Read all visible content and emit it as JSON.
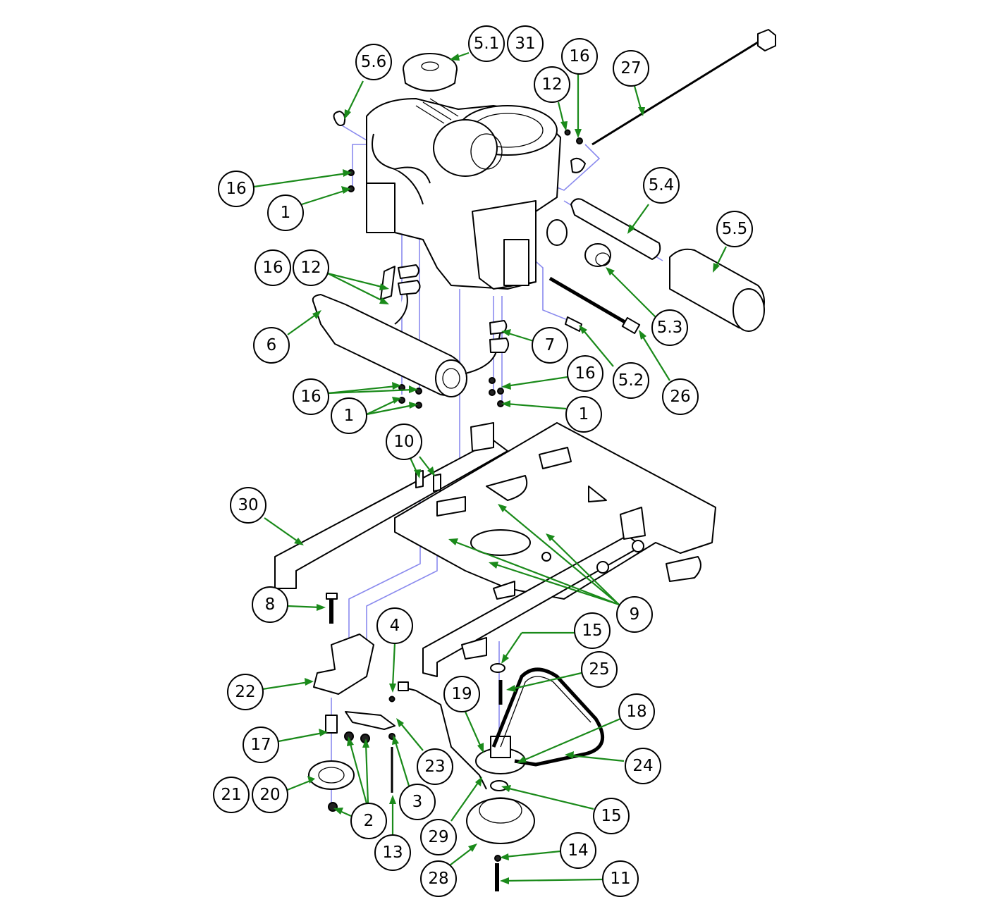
{
  "diagram": {
    "callouts": [
      {
        "id": "c-5-1",
        "label": "5.1"
      },
      {
        "id": "c-31",
        "label": "31"
      },
      {
        "id": "c-5-6",
        "label": "5.6"
      },
      {
        "id": "c-16-a",
        "label": "16"
      },
      {
        "id": "c-12-a",
        "label": "12"
      },
      {
        "id": "c-27",
        "label": "27"
      },
      {
        "id": "c-16-b",
        "label": "16"
      },
      {
        "id": "c-1-a",
        "label": "1"
      },
      {
        "id": "c-5-4",
        "label": "5.4"
      },
      {
        "id": "c-5-5",
        "label": "5.5"
      },
      {
        "id": "c-16-c",
        "label": "16"
      },
      {
        "id": "c-12-b",
        "label": "12"
      },
      {
        "id": "c-6",
        "label": "6"
      },
      {
        "id": "c-5-3",
        "label": "5.3"
      },
      {
        "id": "c-7",
        "label": "7"
      },
      {
        "id": "c-16-d",
        "label": "16"
      },
      {
        "id": "c-5-2",
        "label": "5.2"
      },
      {
        "id": "c-26",
        "label": "26"
      },
      {
        "id": "c-16-e",
        "label": "16"
      },
      {
        "id": "c-1-b",
        "label": "1"
      },
      {
        "id": "c-1-c",
        "label": "1"
      },
      {
        "id": "c-10",
        "label": "10"
      },
      {
        "id": "c-30",
        "label": "30"
      },
      {
        "id": "c-8",
        "label": "8"
      },
      {
        "id": "c-9",
        "label": "9"
      },
      {
        "id": "c-4",
        "label": "4"
      },
      {
        "id": "c-15-a",
        "label": "15"
      },
      {
        "id": "c-25",
        "label": "25"
      },
      {
        "id": "c-22",
        "label": "22"
      },
      {
        "id": "c-19",
        "label": "19"
      },
      {
        "id": "c-18",
        "label": "18"
      },
      {
        "id": "c-17",
        "label": "17"
      },
      {
        "id": "c-23",
        "label": "23"
      },
      {
        "id": "c-24",
        "label": "24"
      },
      {
        "id": "c-21",
        "label": "21"
      },
      {
        "id": "c-20",
        "label": "20"
      },
      {
        "id": "c-3",
        "label": "3"
      },
      {
        "id": "c-15-b",
        "label": "15"
      },
      {
        "id": "c-2",
        "label": "2"
      },
      {
        "id": "c-29",
        "label": "29"
      },
      {
        "id": "c-13",
        "label": "13"
      },
      {
        "id": "c-14",
        "label": "14"
      },
      {
        "id": "c-28",
        "label": "28"
      },
      {
        "id": "c-11",
        "label": "11"
      }
    ]
  },
  "colors": {
    "leader": "#1a8a1a",
    "guide": "#8a8aee",
    "outline": "#000000",
    "background": "#ffffff"
  }
}
